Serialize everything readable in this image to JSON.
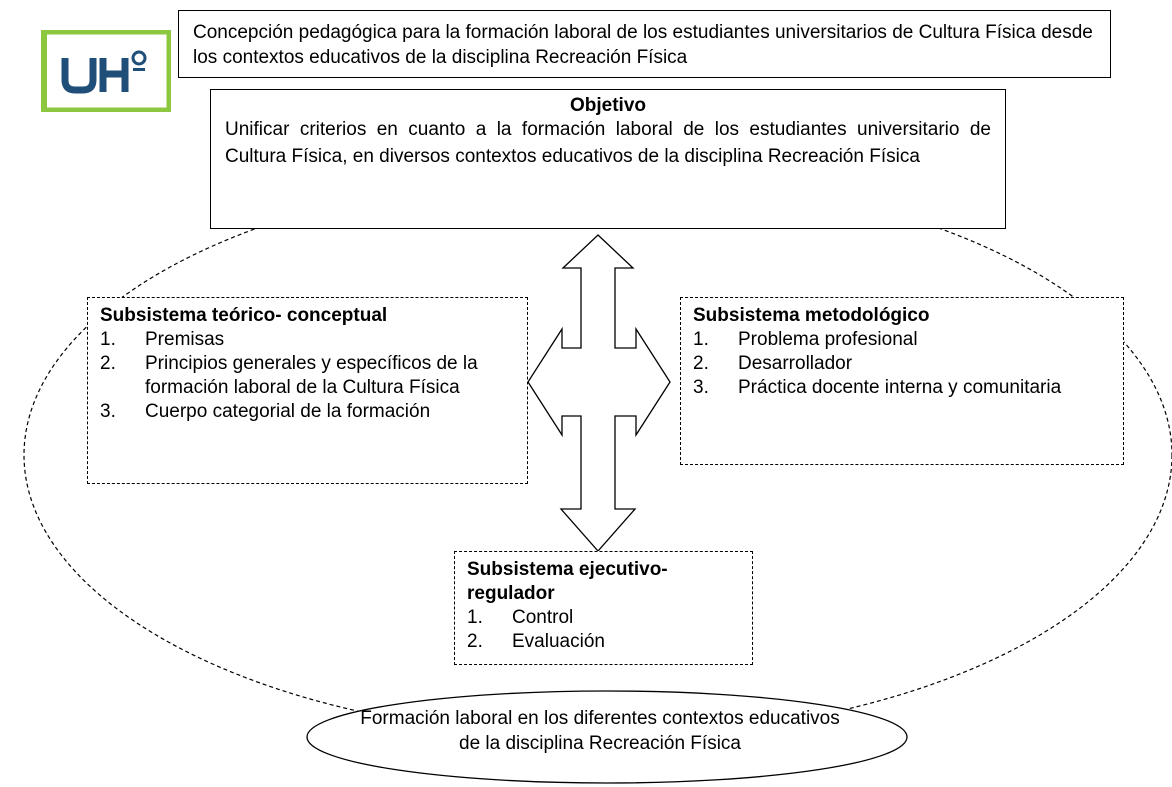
{
  "logo": {
    "text": "UH"
  },
  "title": "Concepción pedagógica para la formación laboral de los estudiantes  universitarios de Cultura Física desde los contextos  educativos de la disciplina Recreación Física",
  "objective": {
    "heading": "Objetivo",
    "text": "Unificar criterios en cuanto a la formación laboral de los  estudiantes universitario de Cultura Física, en diversos contextos educativos de la disciplina Recreación Física"
  },
  "subsystems": {
    "theoretical": {
      "title": "Subsistema teórico- conceptual",
      "items": [
        {
          "num": "1.",
          "text": "Premisas"
        },
        {
          "num": "2.",
          "text": "Principios generales y específicos de la formación laboral de la Cultura Física"
        },
        {
          "num": "3.",
          "text": "Cuerpo categorial de la formación"
        }
      ]
    },
    "methodological": {
      "title": "Subsistema metodológico",
      "items": [
        {
          "num": "1.",
          "text": "Problema profesional"
        },
        {
          "num": "2.",
          "text": "Desarrollador"
        },
        {
          "num": "3.",
          "text": "Práctica docente interna  y comunitaria"
        }
      ]
    },
    "executive": {
      "title": "Subsistema ejecutivo-regulador",
      "items": [
        {
          "num": "1.",
          "text": "Control"
        },
        {
          "num": "2.",
          "text": "Evaluación"
        }
      ]
    }
  },
  "outcome": "Formación laboral en los diferentes contextos educativos de la disciplina Recreación Física",
  "colors": {
    "logo_green": "#8dc63f",
    "logo_blue": "#1f4e79"
  }
}
